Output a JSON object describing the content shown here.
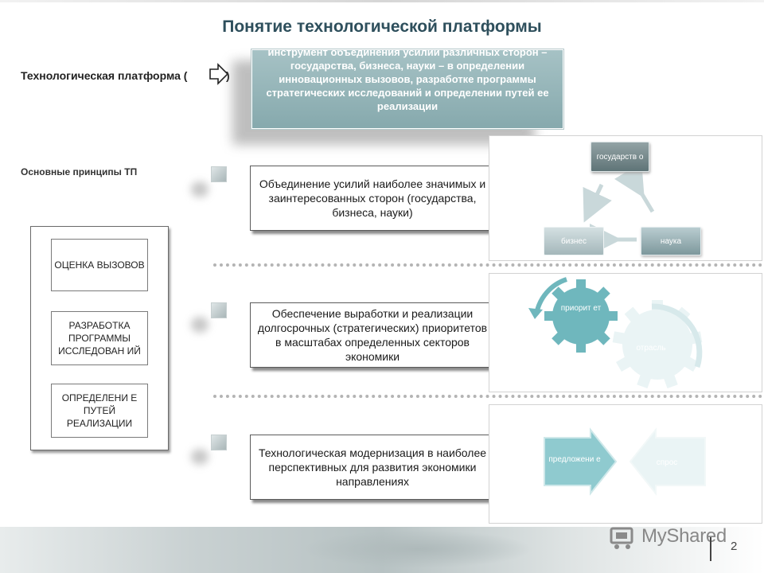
{
  "title": "Понятие технологической платформы",
  "platform_label": "Технологическая платформа (",
  "platform_label_close": ")",
  "definition": "инструмент объединения усилий различных сторон – государства, бизнеса, науки – в определении инновационных вызовов, разработке программы стратегических исследований и определении путей ее реализации",
  "principles_label": "Основные принципы ТП",
  "principles": [
    {
      "text": "Объединение усилий наиболее значимых и заинтересованных сторон (государства, бизнеса, науки)"
    },
    {
      "text": "Обеспечение выработки и реализации долгосрочных (стратегических) приоритетов в масштабах определенных секторов экономики"
    },
    {
      "text": "Технологическая модернизация в наиболее перспективных для развития экономики направлениях"
    }
  ],
  "left_items": [
    {
      "text": "ОЦЕНКА ВЫЗОВОВ"
    },
    {
      "text": "РАЗРАБОТКА ПРОГРАММЫ ИССЛЕДОВАН ИЙ"
    },
    {
      "text": "ОПРЕДЕЛЕНИ Е ПУТЕЙ РЕАЛИЗАЦИИ"
    }
  ],
  "triangle": {
    "top": "государств о",
    "left": "бизнес",
    "right": "наука"
  },
  "gears": {
    "primary": "приорит ет",
    "secondary": "отрасль"
  },
  "arrows": {
    "supply": "предложени е",
    "demand": "спрос"
  },
  "watermark": "MyShared",
  "page_number": "2",
  "colors": {
    "title": "#2e4f5c",
    "teal": "#6fb7bd",
    "definition_box": "#96b6b9"
  }
}
